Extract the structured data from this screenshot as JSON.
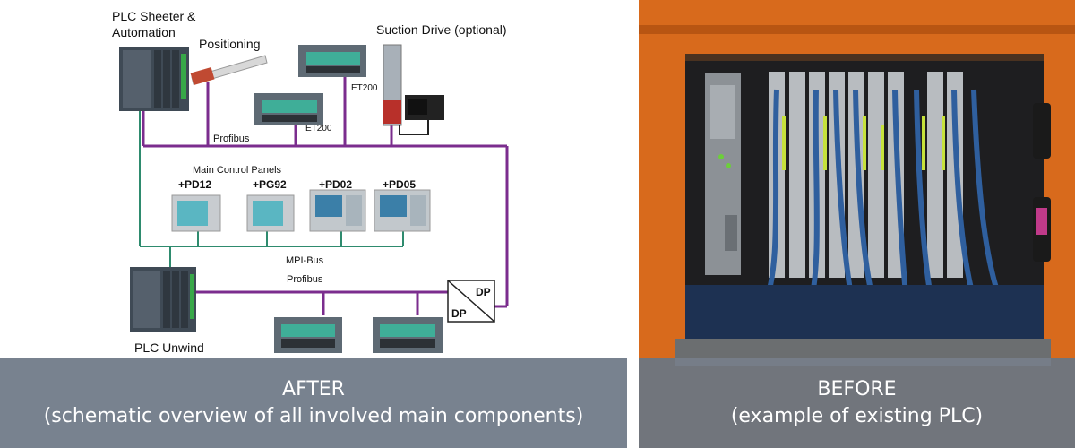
{
  "after": {
    "labels": {
      "plc_sheeter_line1": "PLC Sheeter &",
      "plc_sheeter_line2": "Automation",
      "positioning": "Positioning",
      "suction_drive": "Suction Drive (optional)",
      "et200_top": "ET200",
      "et200_mid": "ET200",
      "profibus_top": "Profibus",
      "main_control_panels": "Main Control Panels",
      "pd12": "+PD12",
      "pg92": "+PG92",
      "pd02": "+PD02",
      "pd05": "+PD05",
      "mpi_bus": "MPI-Bus",
      "profibus_bottom": "Profibus",
      "dp_top": "DP",
      "dp_bottom": "DP",
      "plc_unwind": "PLC Unwind"
    },
    "caption": {
      "title": "AFTER",
      "subtitle": "(schematic overview of all involved main components)"
    },
    "colors": {
      "profibus": "#7b2d8e",
      "mpi_bus": "#2e8b6e",
      "module_teal": "#3fae98"
    }
  },
  "before": {
    "caption": {
      "title": "BEFORE",
      "subtitle": "(example of existing PLC)"
    },
    "colors": {
      "frame_orange": "#d86a1c",
      "cable_blue": "#2f5f9e"
    }
  }
}
